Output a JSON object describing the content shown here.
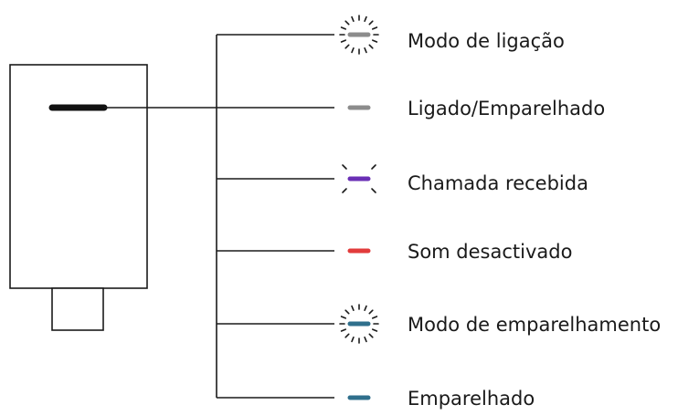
{
  "diagram": {
    "legend": [
      {
        "label": "Modo de ligação",
        "led_color": "#8c8c8c",
        "indicator": "pulsing-ring-icon"
      },
      {
        "label": "Ligado/Emparelhado",
        "led_color": "#8c8c8c",
        "indicator": "solid-led-icon"
      },
      {
        "label": "Chamada recebida",
        "led_color": "#6a2fb5",
        "indicator": "blinking-led-icon"
      },
      {
        "label": "Som desactivado",
        "led_color": "#e23b3b",
        "indicator": "solid-led-icon"
      },
      {
        "label": "Modo de emparelhamento",
        "led_color": "#2f6f8c",
        "indicator": "pulsing-ring-icon"
      },
      {
        "label": "Emparelhado",
        "led_color": "#2f6f8c",
        "indicator": "solid-led-icon"
      }
    ],
    "device_led_color": "#111111"
  }
}
